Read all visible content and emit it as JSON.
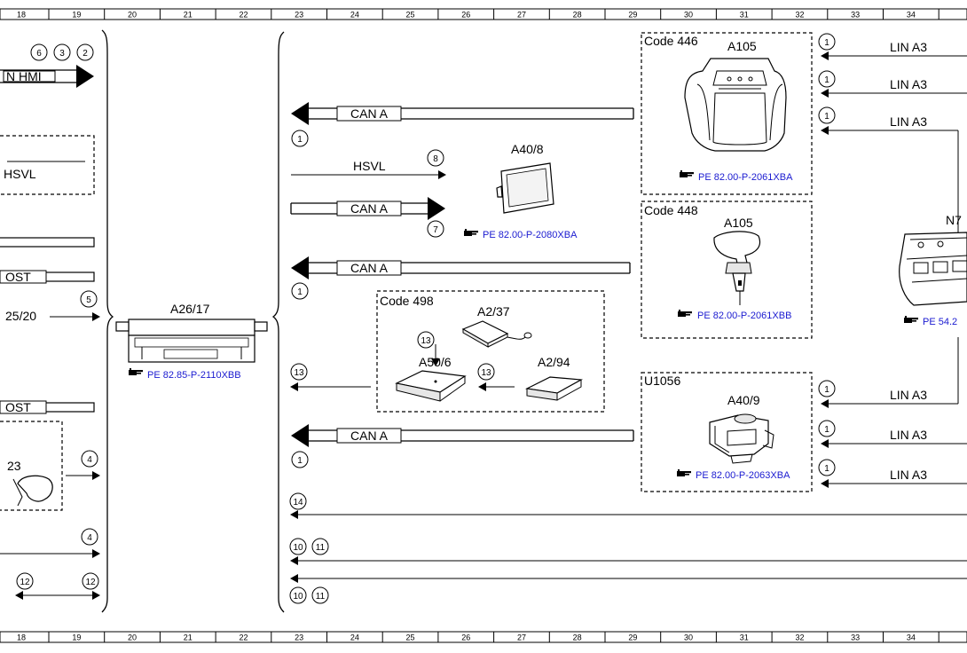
{
  "ruler": [
    "18",
    "19",
    "20",
    "21",
    "22",
    "23",
    "24",
    "25",
    "26",
    "27",
    "28",
    "29",
    "30",
    "31",
    "32",
    "33",
    "34"
  ],
  "labels": {
    "n_hmi": "N HMI",
    "hsvl_left": "HSVL",
    "ost1": "OST",
    "ost2": "OST",
    "s2520": "25/20",
    "s23": "23",
    "a2617": "A26/17",
    "ref_a2617": "PE 82.85-P-2110XBB",
    "can_a_1": "CAN A",
    "hsvl_mid": "HSVL",
    "can_a_2": "CAN A",
    "can_a_3": "CAN A",
    "can_a_4": "CAN A",
    "a40_8": "A40/8",
    "ref_a40_8": "PE 82.00-P-2080XBA",
    "code498": "Code 498",
    "a2_37": "A2/37",
    "a50_6": "A50/6",
    "a2_94": "A2/94",
    "code446": "Code 446",
    "a105_1": "A105",
    "ref_a105_1": "PE 82.00-P-2061XBA",
    "code448": "Code 448",
    "a105_2": "A105",
    "ref_a105_2": "PE 82.00-P-2061XBB",
    "u1056": "U1056",
    "a40_9": "A40/9",
    "ref_a40_9": "PE 82.00-P-2063XBA",
    "n7": "N7",
    "ref_n7": "PE 54.2",
    "lin_a3_1": "LIN A3",
    "lin_a3_2": "LIN A3",
    "lin_a3_3": "LIN A3",
    "lin_a3_4": "LIN A3",
    "lin_a3_5": "LIN A3",
    "lin_a3_6": "LIN A3"
  },
  "circles": {
    "c6": "6",
    "c3": "3",
    "c2": "2",
    "c5": "5",
    "c4a": "4",
    "c4b": "4",
    "c12a": "12",
    "c12b": "12",
    "c1_cana1": "1",
    "c8": "8",
    "c7": "7",
    "c1_cana3": "1",
    "c13a": "13",
    "c13b": "13",
    "c13c": "13",
    "c1_cana4": "1",
    "c14": "14",
    "c10a": "10",
    "c11a": "11",
    "c10b": "10",
    "c11b": "11",
    "c1_lin1": "1",
    "c1_lin2": "1",
    "c1_lin3": "1",
    "c1_lin4": "1",
    "c1_lin5": "1",
    "c1_lin6": "1"
  },
  "icons": [
    "hand-pointer-icon"
  ]
}
